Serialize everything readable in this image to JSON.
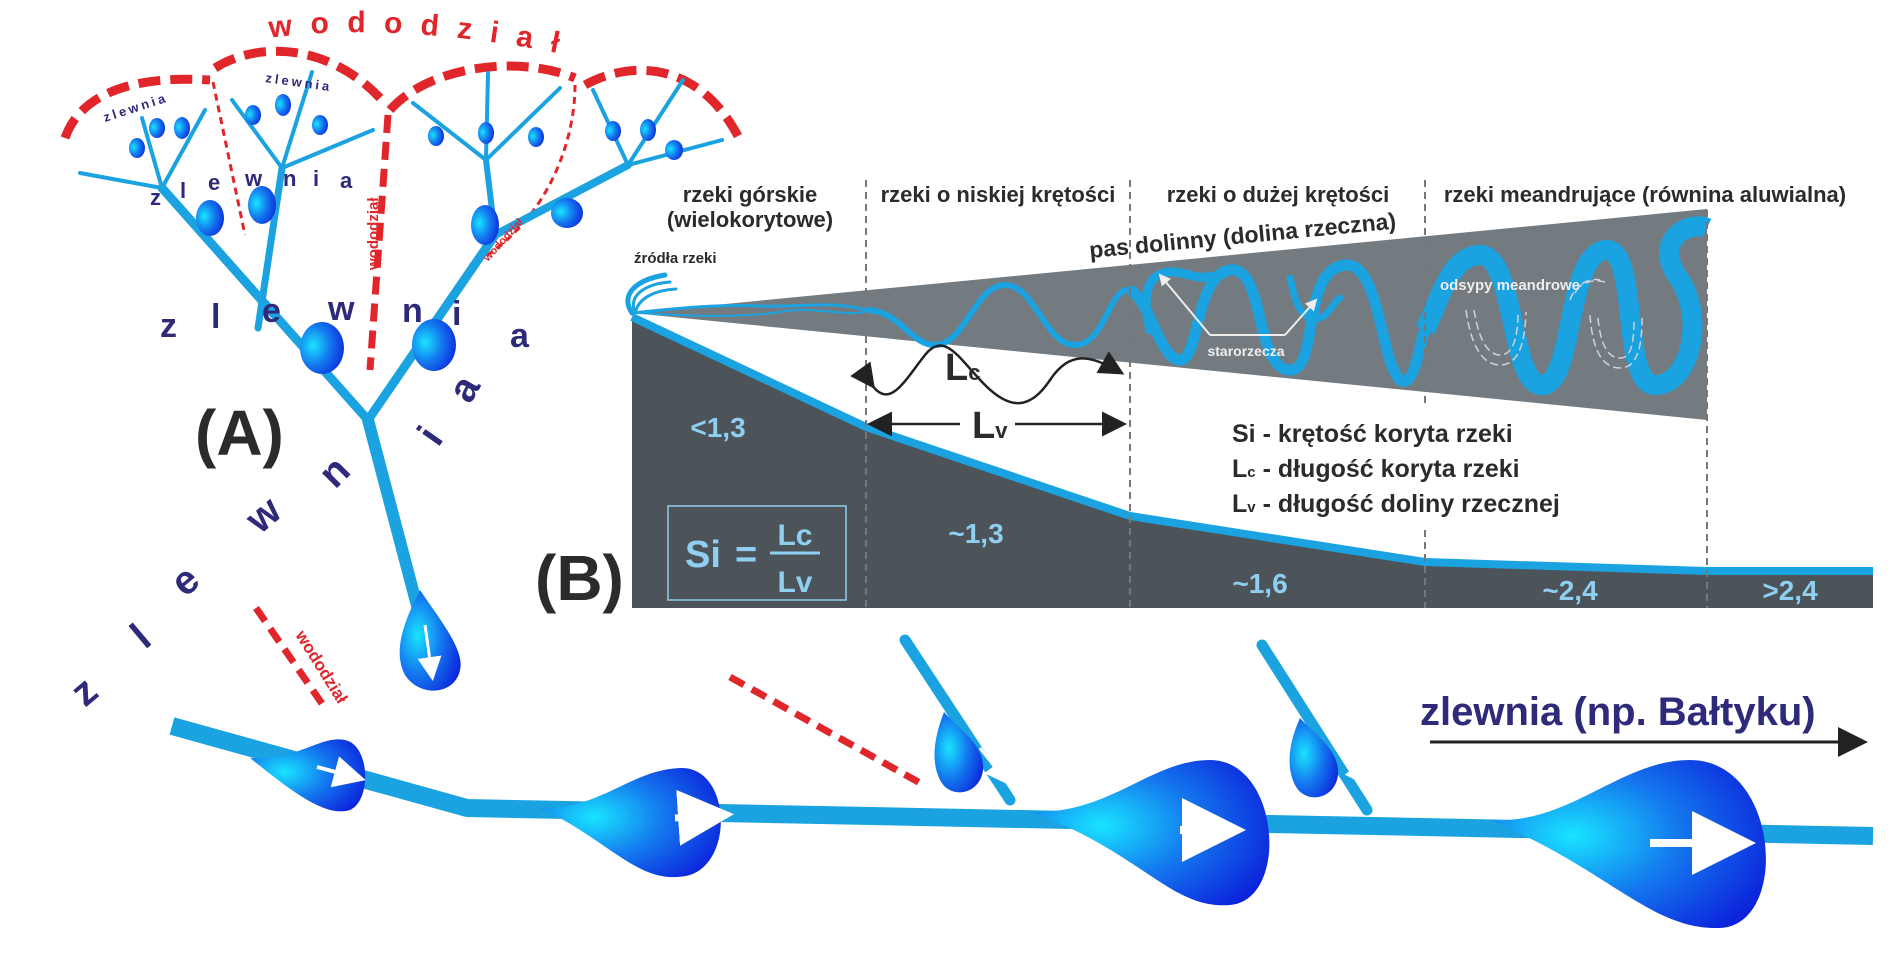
{
  "panel_a": {
    "label": "(A)",
    "watershed_top": "wododział",
    "watershed_small": "wododział",
    "catchment_small": "zlewnia",
    "catchment_mid": "zlewnia",
    "catchment_large": "zlewnia",
    "catchment_main": "zlewnia (np. Bałtyku)"
  },
  "panel_b": {
    "label": "(B)",
    "source_label": "źródła rzeki",
    "valley_label": "pas dolinny (dolina rzeczna)",
    "oxbow_label": "starorzecza",
    "point_bar_label": "odsypy meandrowe",
    "zones": [
      {
        "title_line1": "rzeki górskie",
        "title_line2": "(wielokorytowe)",
        "sinuosity": "<1,3"
      },
      {
        "title_line1": "rzeki o niskiej krętości",
        "title_line2": "",
        "sinuosity": "~1,3"
      },
      {
        "title_line1": "rzeki o dużej krętości",
        "title_line2": "",
        "sinuosity": "~1,6"
      },
      {
        "title_line1": "rzeki meandrujące (równina aluwialna)",
        "title_line2": "",
        "sinuosity": "~2,4"
      },
      {
        "title_line1": "",
        "title_line2": "",
        "sinuosity": ">2,4"
      }
    ],
    "lc_symbol": "L",
    "lc_sub": "c",
    "lv_symbol": "L",
    "lv_sub": "v",
    "formula": {
      "lhs": "Si",
      "eq": "=",
      "num": "Lc",
      "den": "Lv"
    },
    "legend": [
      {
        "sym": "Si",
        "sub": "",
        "text": " - krętość koryta rzeki"
      },
      {
        "sym": "L",
        "sub": "c",
        "text": " - długość koryta rzeki"
      },
      {
        "sym": "L",
        "sub": "v",
        "text": " - długość doliny rzecznej"
      }
    ]
  },
  "colors": {
    "river": "#1aa3e0",
    "drop_light": "#19e4ff",
    "drop_dark": "#0a1fe0",
    "watershed": "#e0262b",
    "catchment_text": "#2e2a7a",
    "valley_gray": "#737a80",
    "profile_dark": "#4d5459",
    "value_text": "#8fcff2"
  }
}
